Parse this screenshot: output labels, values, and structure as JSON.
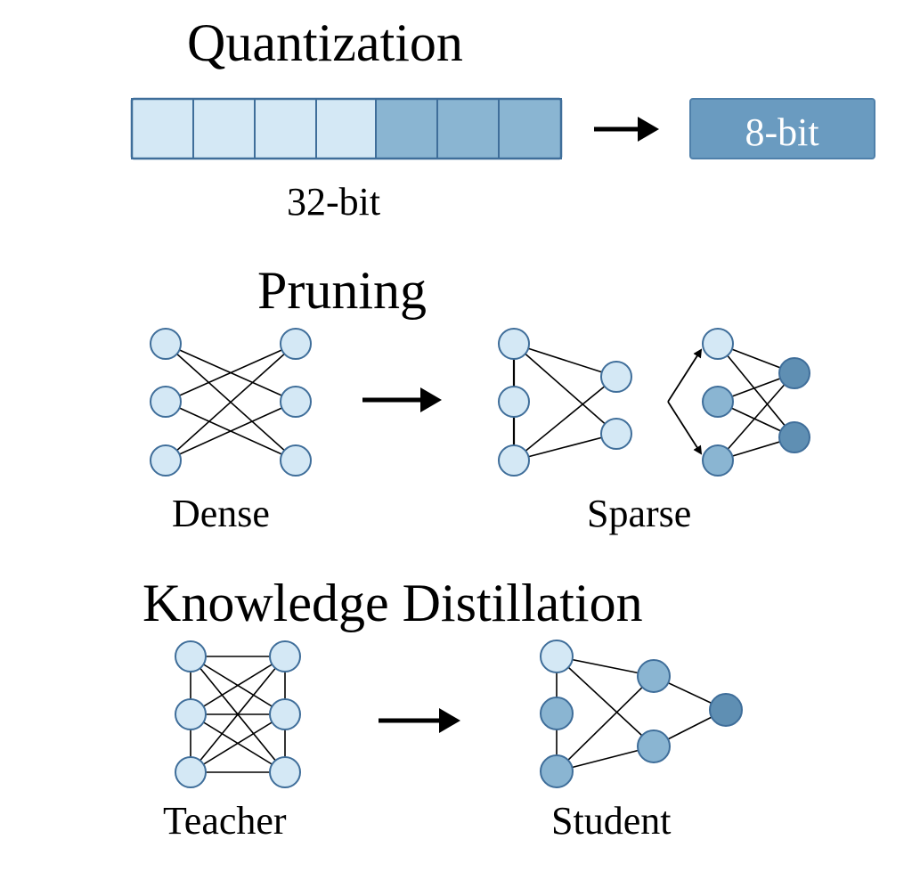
{
  "colors": {
    "light_fill": "#d4e8f5",
    "mid_fill": "#8ab5d2",
    "dark_fill": "#6a9bc0",
    "darker_fill": "#5f8fb3",
    "stroke": "#3f6e9a",
    "edge": "#000000",
    "box_text": "#ffffff"
  },
  "quantization": {
    "title": "Quantization",
    "source_label": "32-bit",
    "target_label": "8-bit",
    "cells": [
      "light",
      "light",
      "light",
      "light",
      "mid",
      "mid",
      "mid"
    ]
  },
  "pruning": {
    "title": "Pruning",
    "dense_label": "Dense",
    "sparse_label": "Sparse"
  },
  "distillation": {
    "title": "Knowledge Distillation",
    "teacher_label": "Teacher",
    "student_label": "Student"
  }
}
